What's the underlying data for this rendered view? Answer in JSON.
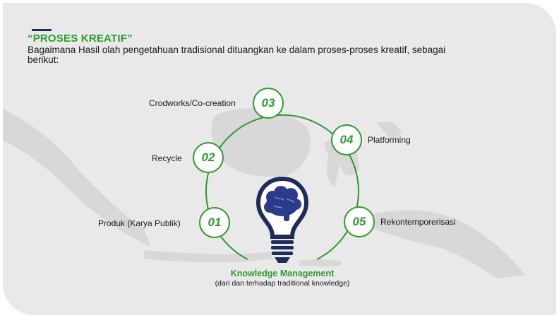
{
  "header": {
    "title": "“PROSES KREATIF”",
    "description": "Bagaimana Hasil olah pengetahuan tradisional dituangkan ke dalam proses-proses kreatif, sebagai berikut:"
  },
  "steps": [
    {
      "number": "01",
      "label": "Produk (Karya Publik)"
    },
    {
      "number": "02",
      "label": "Recycle"
    },
    {
      "number": "03",
      "label": "Crodworks/Co-creation"
    },
    {
      "number": "04",
      "label": "Platforming"
    },
    {
      "number": "05",
      "label": "Rekontemporerisasi"
    }
  ],
  "center": {
    "icon": "lightbulb-brain-icon",
    "title": "Knowledge Management",
    "subtitle": "(dari dan terhadap traditional knowledge)"
  },
  "colors": {
    "accent": "#2e9a2e",
    "navy": "#1f2b5a",
    "brain": "#2c3a8c",
    "background": "#e9e9e9",
    "map": "#d7d7d7"
  }
}
